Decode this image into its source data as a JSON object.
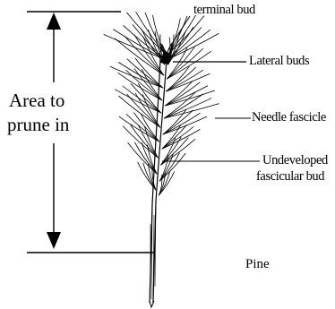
{
  "diagram": {
    "area_label": [
      "Area to",
      "prune in"
    ],
    "callouts": {
      "terminal_bud": "terminal bud",
      "lateral_buds": "Lateral buds",
      "needle_fascicle": "Needle fascicle",
      "undeveloped_fascicular_bud": [
        "Undeveloped",
        "fascicular bud"
      ]
    },
    "plant_name": "Pine"
  },
  "colors": {
    "ink": "#000000",
    "background": "#ffffff"
  }
}
